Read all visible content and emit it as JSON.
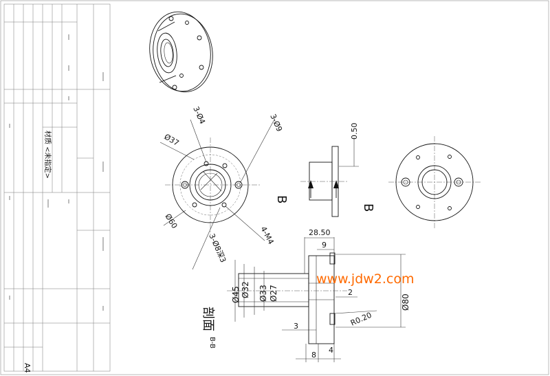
{
  "sheet": {
    "size_label": "A4",
    "material": "材质 <未指定>",
    "watermark": "www.jdw2.com"
  },
  "views": {
    "section_mark_left": "B",
    "section_mark_right": "B",
    "section_title": "剖面",
    "section_sub": "B-B"
  },
  "dims": {
    "front": {
      "d37": "Ø37",
      "holes4": "3-Ø4",
      "holes9": "3-Ø9",
      "m4": "4-M4",
      "d60": "Ø60",
      "deep": "3-Ø8深3"
    },
    "side": {
      "gap": "0.50"
    },
    "section": {
      "len28": "28.50",
      "len9": "9",
      "d45": "Ø45",
      "d32": "Ø32",
      "d33": "Ø33",
      "d27": "Ø27",
      "d80": "Ø80",
      "v2": "2",
      "r020": "R0.20",
      "v3": "3",
      "v8": "8",
      "v4": "4"
    }
  }
}
